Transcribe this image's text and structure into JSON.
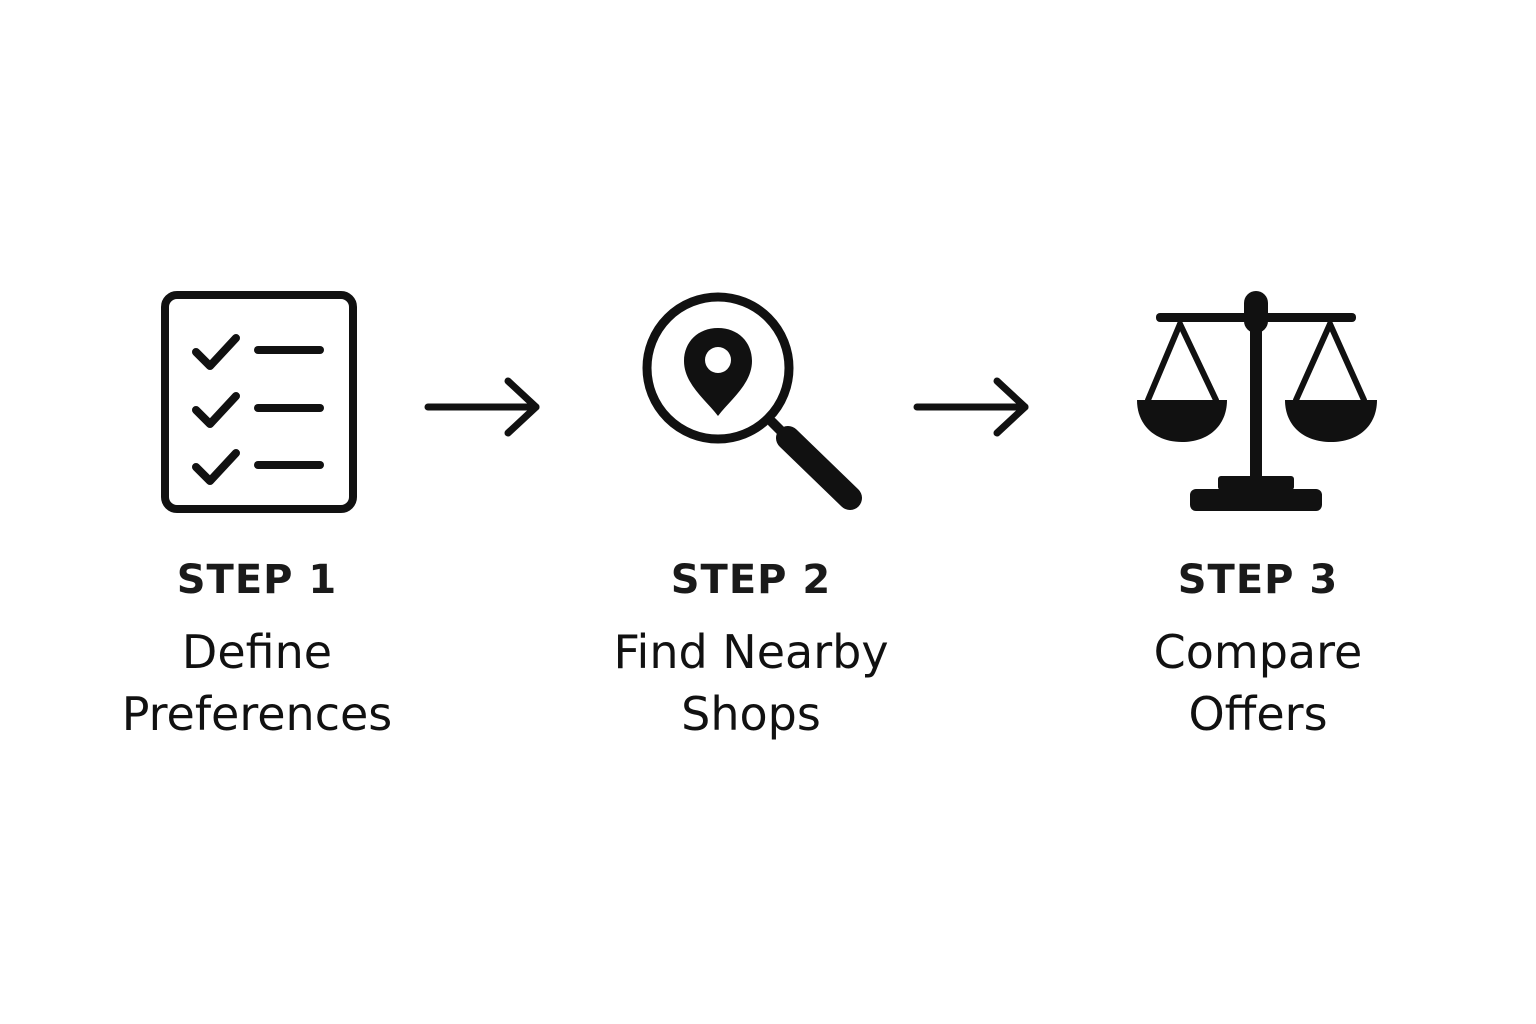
{
  "steps": [
    {
      "label": "STEP 1",
      "title_lines": [
        "Define",
        "Preferences"
      ],
      "icon": "checklist-icon"
    },
    {
      "label": "STEP 2",
      "title_lines": [
        "Find Nearby",
        "Shops"
      ],
      "icon": "search-location-icon"
    },
    {
      "label": "STEP 3",
      "title_lines": [
        "Compare",
        "Offers"
      ],
      "icon": "balance-scale-icon"
    }
  ],
  "connectors": [
    "arrow-right-icon",
    "arrow-right-icon"
  ],
  "colors": {
    "ink": "#111111",
    "background": "#ffffff"
  }
}
